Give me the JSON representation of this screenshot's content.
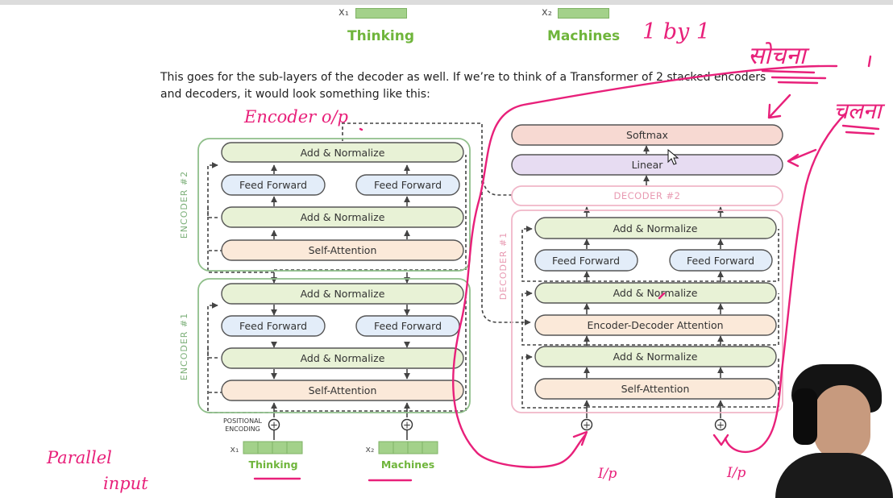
{
  "page": {
    "top_inputs": [
      {
        "subscript": "x₁",
        "word": "Thinking"
      },
      {
        "subscript": "x₂",
        "word": "Machines"
      }
    ],
    "paragraph": "This goes for the sub-layers of the decoder as well. If we’re to think of a Transformer of 2 stacked encoders and decoders, it would look something like this:"
  },
  "diagram": {
    "colors": {
      "add_norm": "#e8f2d6",
      "feed_forward": "#e3edf9",
      "attention": "#fbe9d9",
      "linear": "#e7dcf2",
      "softmax": "#f7d9d2",
      "encoder_frame": "#8fbf8a",
      "decoder_frame": "#f0b6c8",
      "input_word": "#6fb53b",
      "ink": "#e8207a"
    },
    "encoder2": {
      "label": "ENCODER #2",
      "add_norm_top": "Add & Normalize",
      "ff_left": "Feed Forward",
      "ff_right": "Feed Forward",
      "add_norm_bottom": "Add & Normalize",
      "self_attention": "Self-Attention"
    },
    "encoder1": {
      "label": "ENCODER #1",
      "add_norm_top": "Add & Normalize",
      "ff_left": "Feed Forward",
      "ff_right": "Feed Forward",
      "add_norm_bottom": "Add & Normalize",
      "self_attention": "Self-Attention"
    },
    "positional_encoding": [
      "POSITIONAL",
      "ENCODING"
    ],
    "inputs": [
      {
        "subscript": "x₁",
        "word": "Thinking"
      },
      {
        "subscript": "x₂",
        "word": "Machines"
      }
    ],
    "softmax": "Softmax",
    "linear": "Linear",
    "decoder2": {
      "label": "DECODER #2"
    },
    "decoder1": {
      "label": "DECODER #1",
      "add_norm_1": "Add & Normalize",
      "ff_left": "Feed Forward",
      "ff_right": "Feed Forward",
      "add_norm_2": "Add & Normalize",
      "enc_dec_attention": "Encoder-Decoder Attention",
      "add_norm_3": "Add & Normalize",
      "self_attention": "Self-Attention"
    },
    "plus_symbol": "+"
  },
  "annotations": {
    "one_by_one": "1 by 1",
    "hindi_top": "सोचना",
    "hindi_side": "चलना",
    "encoder_op": "Encoder o/p",
    "parallel_input": [
      "Parallel",
      "input"
    ],
    "ip_left": "I/p",
    "ip_right": "I/p"
  }
}
